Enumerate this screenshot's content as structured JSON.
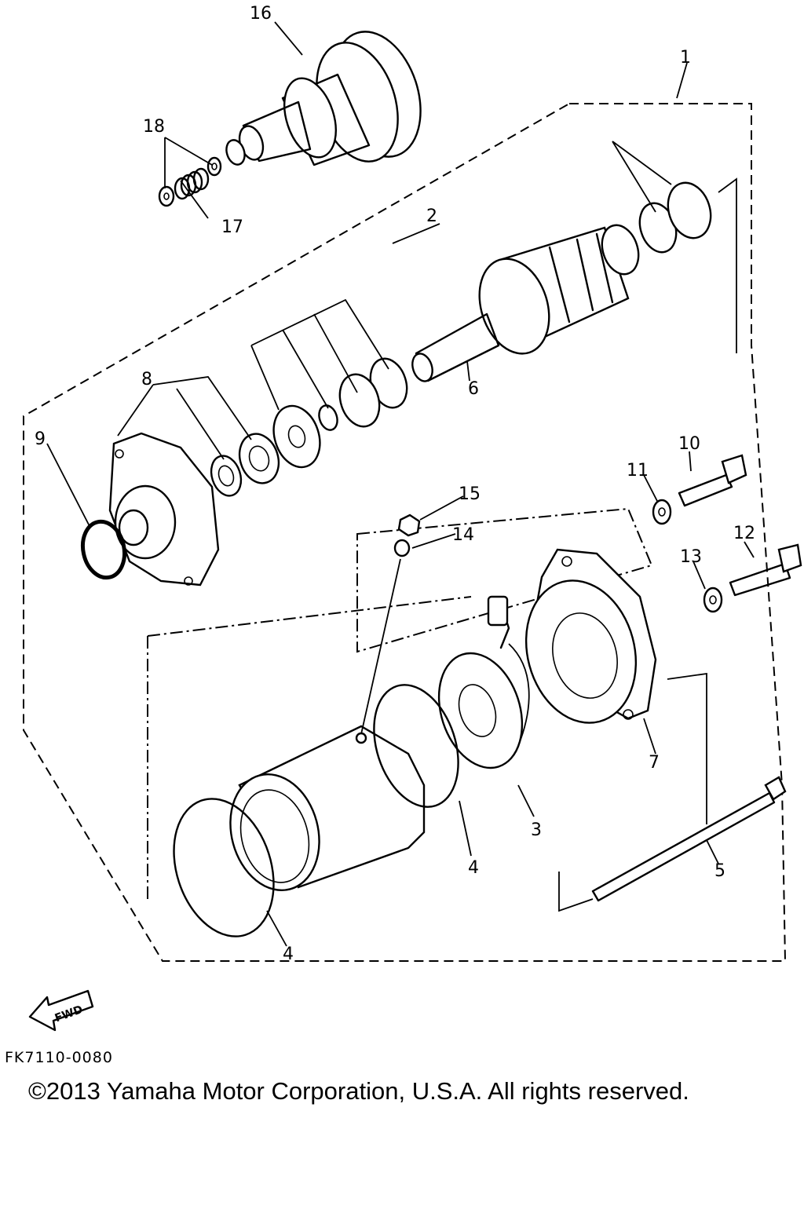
{
  "diagram": {
    "callouts": [
      "1",
      "2",
      "3",
      "4",
      "4",
      "5",
      "6",
      "7",
      "8",
      "9",
      "10",
      "11",
      "12",
      "13",
      "14",
      "15",
      "16",
      "17",
      "18"
    ],
    "fwd_label": "FWD",
    "figure_code": "FK7110-0080",
    "copyright": "©2013 Yamaha Motor Corporation, U.S.A. All rights reserved."
  }
}
